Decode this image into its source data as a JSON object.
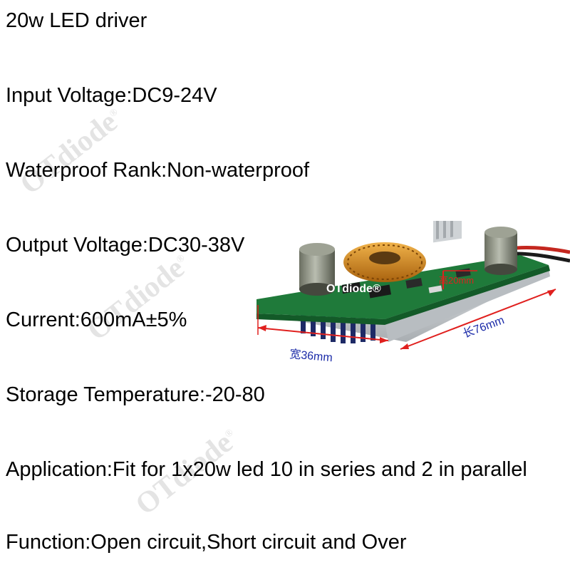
{
  "specs": {
    "title": "20w LED driver",
    "input_voltage": "Input Voltage:DC9-24V",
    "waterproof": "Waterproof Rank:Non-waterproof",
    "output_voltage": "Output Voltage:DC30-38V",
    "current": "Current:600mA±5%",
    "storage_temp": "Storage Temperature:-20-80",
    "application": "Application:Fit for 1x20w led 10 in series and 2 in parallel",
    "function": "Function:Open circuit,Short circuit and Over"
  },
  "watermark": {
    "brand": "OTdiode",
    "mark": "®"
  },
  "product_photo": {
    "brand_label": "OTdiode®",
    "height_label": "高20mm",
    "length_label": "长76mm",
    "width_label": "宽36mm"
  },
  "colors": {
    "pcb": "#1f7a3a",
    "heatsink": "#c9cdd0",
    "coil": "#d88a1c",
    "dimension_line": "#e0201e",
    "dimension_text": "#1a2aa8",
    "watermark": "#e4e4e4"
  }
}
